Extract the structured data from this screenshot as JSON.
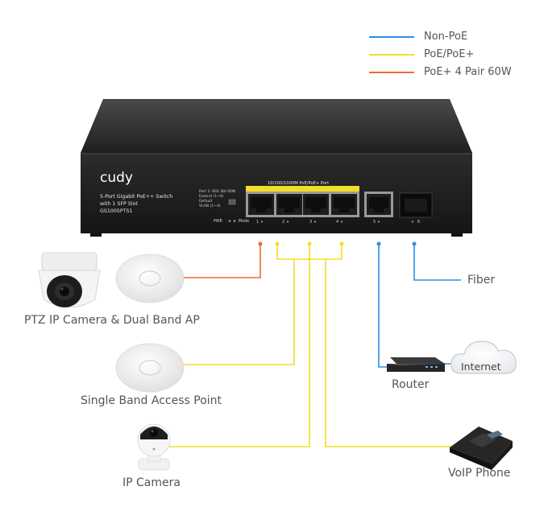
{
  "legend": [
    {
      "label": "Non-PoE",
      "color": "#2e8ee6"
    },
    {
      "label": "PoE/PoE+",
      "color": "#f2dd28"
    },
    {
      "label": "PoE+ 4 Pair 60W",
      "color": "#ef6a2a"
    }
  ],
  "switch": {
    "brand": "cudy",
    "model_line1": "5-Port Gigabit PoE++ Switch",
    "model_line2": "with 1 SFP Slot",
    "model_code": "GS1005PTS1",
    "poe_strip_label": "10/100/1000M PoE/PoE+ Port",
    "mode_lines": [
      "Port 1: 802.3bt 60W",
      "Extend (1~4)",
      "Default",
      "VLAN (1~4)"
    ],
    "pwr_label": "PWR",
    "mode_label": "Mode",
    "port_numbers": [
      "1",
      "2",
      "3",
      "4",
      "5",
      "6"
    ]
  },
  "devices": {
    "ptz": "PTZ IP Camera & Dual Band AP",
    "single_ap": "Single Band Access Point",
    "ip_camera": "IP Camera",
    "voip": "VoIP Phone",
    "router": "Router",
    "internet": "Internet",
    "fiber": "Fiber"
  },
  "colors": {
    "non_poe": "#2e8ee6",
    "poe": "#f2dd28",
    "poe_60w": "#ef6a2a"
  }
}
